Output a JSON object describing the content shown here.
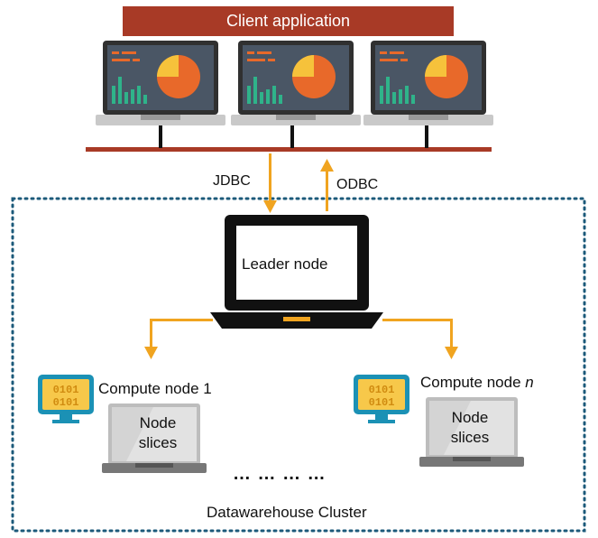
{
  "diagram": {
    "client_title": "Client application",
    "connectors": {
      "jdbc": "JDBC",
      "odbc": "ODBC"
    },
    "leader": {
      "label": "Leader node"
    },
    "compute_nodes": [
      {
        "label": "Compute node 1",
        "slices_label": "Node slices",
        "binary_top": "0101",
        "binary_bottom": "0101"
      },
      {
        "label_prefix": "Compute node ",
        "label_suffix": "n",
        "slices_label": "Node slices",
        "binary_top": "0101",
        "binary_bottom": "0101"
      }
    ],
    "ellipsis": "… … … …",
    "cluster_label": "Datawarehouse Cluster",
    "colors": {
      "brand": "#a83a26",
      "arrow": "#f0a420",
      "cluster_border": "#1c5a7a",
      "dashboard_bg": "#4a5665",
      "pie_main": "#e8692a",
      "pie_slice": "#f6c23b",
      "bars": "#2fb38a",
      "server_teal": "#1b91b5",
      "server_yellow": "#f7c84a"
    }
  }
}
